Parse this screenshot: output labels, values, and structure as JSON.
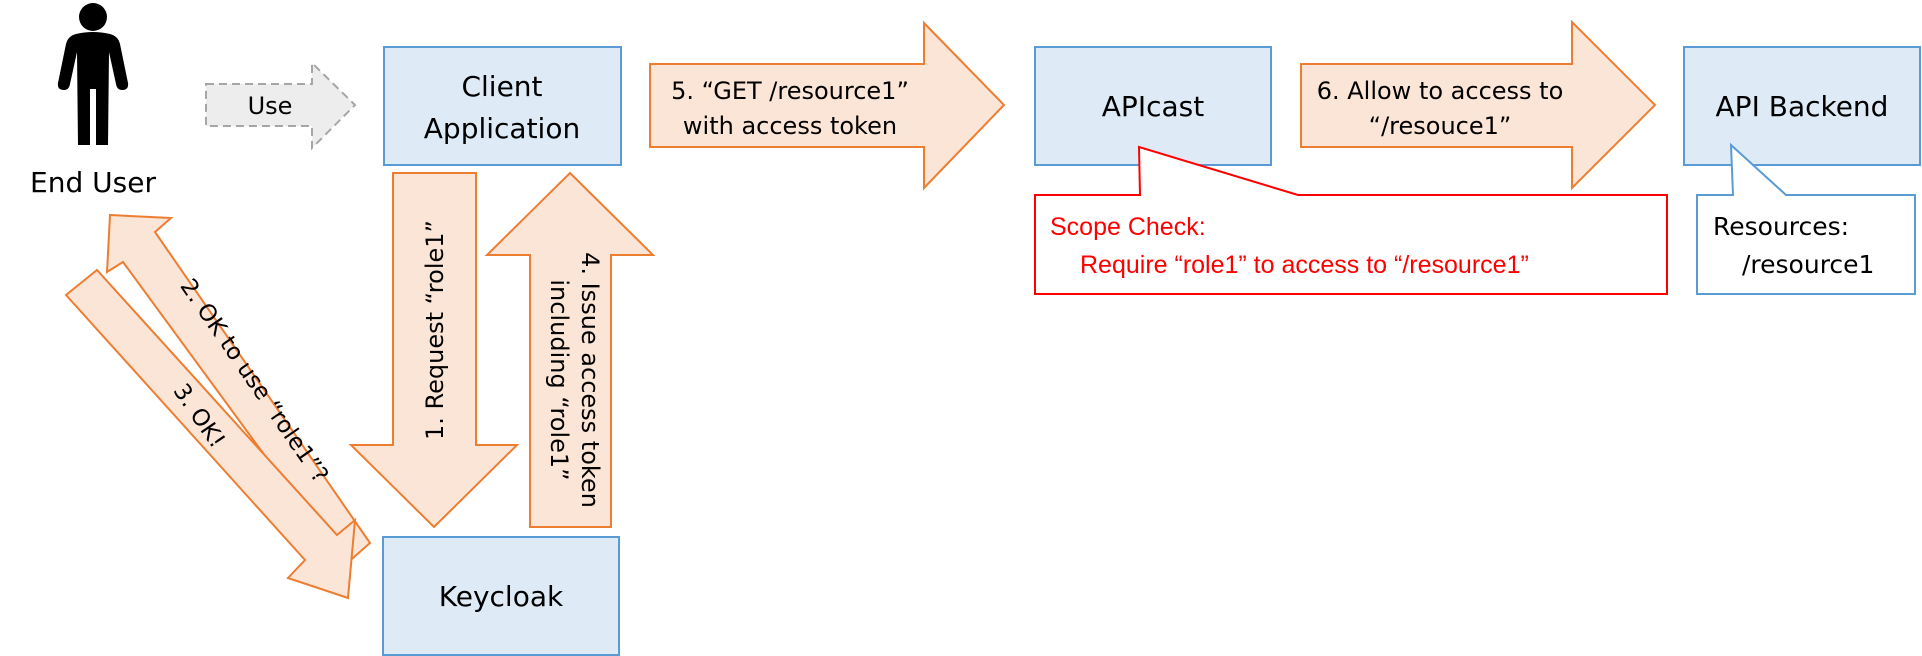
{
  "colors": {
    "box_fill": "#deebf7",
    "box_stroke": "#5b9bd5",
    "arrow_fill": "#fbe5d6",
    "arrow_stroke": "#ed7d31",
    "use_fill": "#ededed",
    "use_stroke": "#a6a6a6",
    "scope_stroke": "#ff0000",
    "scope_text": "#ff0000"
  },
  "actor": {
    "label": "End User",
    "icon": "person-icon"
  },
  "nodes": {
    "client": {
      "line1": "Client",
      "line2": "Application"
    },
    "keycloak": {
      "label": "Keycloak"
    },
    "apicast": {
      "label": "APIcast"
    },
    "backend": {
      "label": "API Backend"
    }
  },
  "arrows": {
    "use": {
      "label": "Use"
    },
    "step1": {
      "label": "1. Request “role1”"
    },
    "step2": {
      "label": "2. OK to use “role1”?"
    },
    "step3": {
      "label": "3. OK!"
    },
    "step4": {
      "line1": "4. Issue access token",
      "line2": "including “role1”"
    },
    "step5": {
      "line1": "5. “GET /resource1”",
      "line2": "with access token"
    },
    "step6": {
      "line1": "6. Allow to access to",
      "line2": "“/resouce1”"
    }
  },
  "callouts": {
    "scope": {
      "title": "Scope Check:",
      "body": "Require “role1” to access to “/resource1”"
    },
    "resources": {
      "title": "Resources:",
      "body": "/resource1"
    }
  }
}
